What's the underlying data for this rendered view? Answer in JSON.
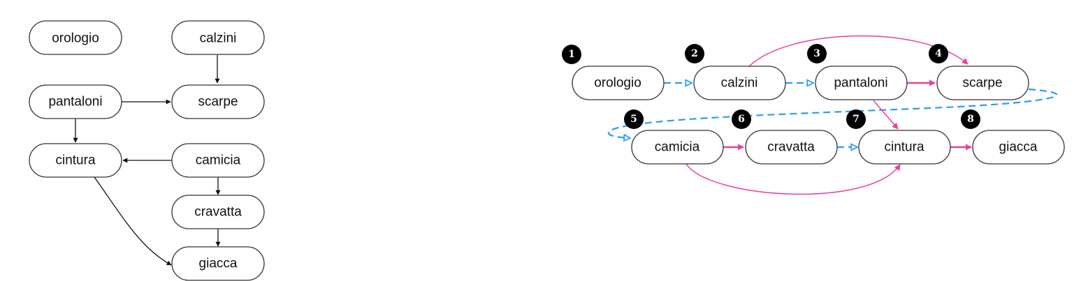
{
  "colors": {
    "node_stroke": "#333333",
    "dependency_edge": "#111111",
    "order_edge": "#ee3f9a",
    "sequence_edge": "#2a9df4",
    "badge": "#000000"
  },
  "left_graph": {
    "nodes": [
      {
        "id": "orologio",
        "label": "orologio"
      },
      {
        "id": "calzini",
        "label": "calzini"
      },
      {
        "id": "pantaloni",
        "label": "pantaloni"
      },
      {
        "id": "scarpe",
        "label": "scarpe"
      },
      {
        "id": "cintura",
        "label": "cintura"
      },
      {
        "id": "camicia",
        "label": "camicia"
      },
      {
        "id": "cravatta",
        "label": "cravatta"
      },
      {
        "id": "giacca",
        "label": "giacca"
      }
    ],
    "edges": [
      {
        "from": "calzini",
        "to": "scarpe"
      },
      {
        "from": "pantaloni",
        "to": "scarpe"
      },
      {
        "from": "pantaloni",
        "to": "cintura"
      },
      {
        "from": "camicia",
        "to": "cintura"
      },
      {
        "from": "camicia",
        "to": "cravatta"
      },
      {
        "from": "cravatta",
        "to": "giacca"
      },
      {
        "from": "cintura",
        "to": "giacca"
      }
    ]
  },
  "right_graph": {
    "order": [
      {
        "id": "orologio",
        "label": "orologio",
        "badge": "1"
      },
      {
        "id": "calzini",
        "label": "calzini",
        "badge": "2"
      },
      {
        "id": "pantaloni",
        "label": "pantaloni",
        "badge": "3"
      },
      {
        "id": "scarpe",
        "label": "scarpe",
        "badge": "4"
      },
      {
        "id": "camicia",
        "label": "camicia",
        "badge": "5"
      },
      {
        "id": "cravatta",
        "label": "cravatta",
        "badge": "6"
      },
      {
        "id": "cintura",
        "label": "cintura",
        "badge": "7"
      },
      {
        "id": "giacca",
        "label": "giacca",
        "badge": "8"
      }
    ],
    "sequence_edges": [
      {
        "from": "orologio",
        "to": "calzini"
      },
      {
        "from": "calzini",
        "to": "pantaloni"
      },
      {
        "from": "scarpe",
        "to": "camicia"
      },
      {
        "from": "cravatta",
        "to": "cintura"
      }
    ],
    "dependency_edges": [
      {
        "from": "pantaloni",
        "to": "scarpe"
      },
      {
        "from": "calzini",
        "to": "scarpe"
      },
      {
        "from": "pantaloni",
        "to": "cintura"
      },
      {
        "from": "camicia",
        "to": "cravatta"
      },
      {
        "from": "camicia",
        "to": "cintura"
      },
      {
        "from": "cintura",
        "to": "giacca"
      }
    ]
  }
}
